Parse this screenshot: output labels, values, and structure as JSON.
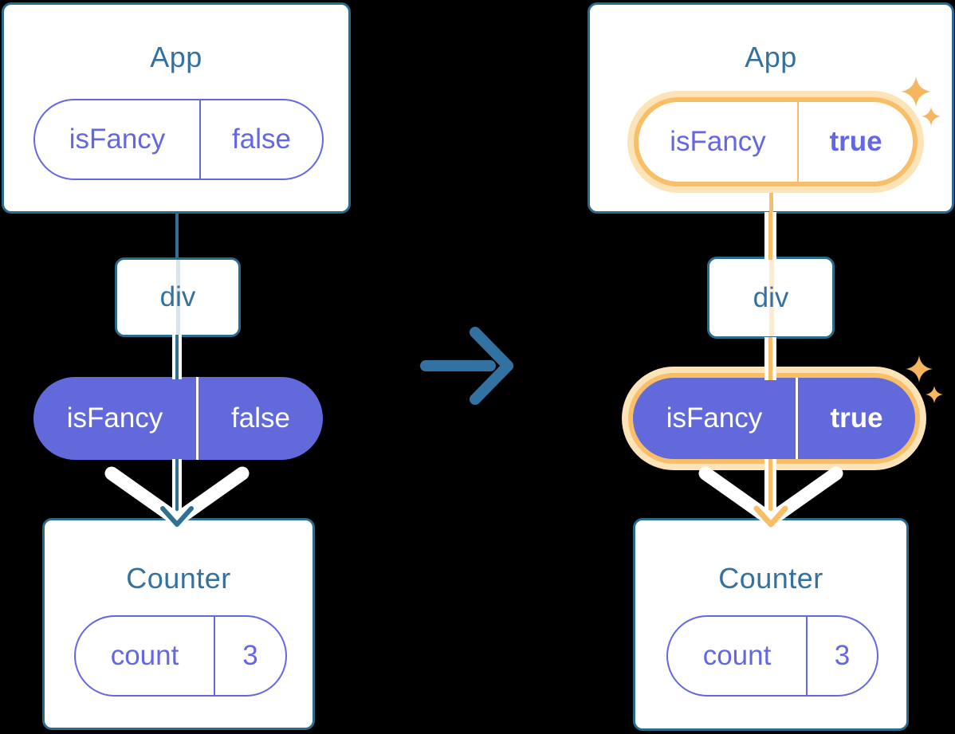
{
  "diagram": {
    "description": "React component tree before and after isFancy prop change",
    "before": {
      "app": {
        "title": "App",
        "prop_pill": {
          "name": "isFancy",
          "value": "false"
        }
      },
      "div_label": "div",
      "passed_pill": {
        "name": "isFancy",
        "value": "false"
      },
      "counter": {
        "title": "Counter",
        "state_pill": {
          "name": "count",
          "value": "3"
        }
      }
    },
    "after": {
      "app": {
        "title": "App",
        "prop_pill": {
          "name": "isFancy",
          "value": "true"
        }
      },
      "div_label": "div",
      "passed_pill": {
        "name": "isFancy",
        "value": "true"
      },
      "counter": {
        "title": "Counter",
        "state_pill": {
          "name": "count",
          "value": "3"
        }
      }
    },
    "colors": {
      "background": "#000000",
      "box_fill": "#FFFFFF",
      "box_border": "#2B6B8C",
      "title_text": "#35719E",
      "purple_outline": "#6467E4",
      "purple_fill": "#6269DB",
      "teal_line": "#2F7094",
      "inbox_line_blue": "#D8E5EE",
      "highlight_orange": "#F8BE68",
      "highlight_orange_pale": "#FCE4B8",
      "inbox_line_peach": "#FBEBD2",
      "orange_line": "#F8BD67",
      "sparkle": "#F6B65F",
      "transition_arrow": "#3272A2"
    },
    "icons": {
      "transition": "right-arrow",
      "highlight": "sparkles",
      "pass_down": "white-chevron-arrow"
    }
  }
}
